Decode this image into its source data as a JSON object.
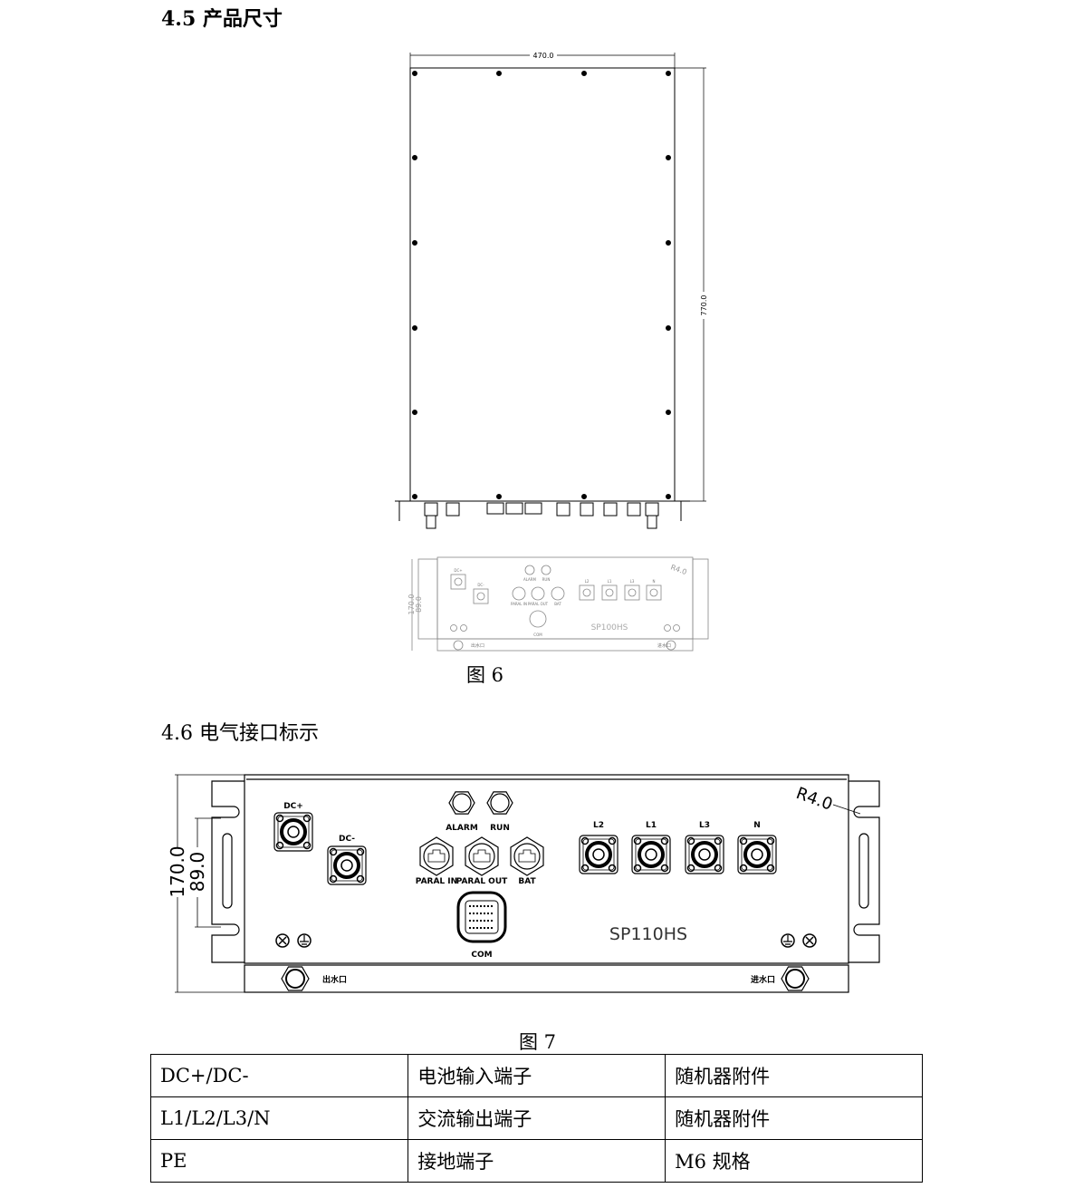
{
  "section_45": {
    "title": "4.5 产品尺寸"
  },
  "fig6": {
    "caption": "图 6",
    "width_dim": "470.0",
    "depth_dim": "770.0",
    "front": {
      "height_dim": "170.0",
      "inner_dim": "89.0",
      "radius": "R4.0",
      "model": "SP100HS",
      "labels": [
        "DC+",
        "DC-",
        "ALARM",
        "RUN",
        "PARAL IN",
        "PARAL OUT",
        "BAT",
        "COM",
        "L1",
        "L2",
        "L3",
        "N",
        "出水口",
        "进水口"
      ]
    }
  },
  "section_46": {
    "title": "4.6 电气接口标示"
  },
  "fig7": {
    "caption": "图 7",
    "height_dim": "170.0",
    "inner_dim": "89.0",
    "radius": "R4.0",
    "model": "SP110HS",
    "labels": {
      "dc_plus": "DC+",
      "dc_minus": "DC-",
      "alarm": "ALARM",
      "run": "RUN",
      "paral_in": "PARAL IN",
      "paral_out": "PARAL OUT",
      "bat": "BAT",
      "com": "COM",
      "l2": "L2",
      "l1": "L1",
      "l3": "L3",
      "n": "N",
      "outlet": "出水口",
      "inlet": "进水口"
    }
  },
  "table": {
    "rows": [
      [
        "DC+/DC-",
        "电池输入端子",
        "随机器附件"
      ],
      [
        "L1/L2/L3/N",
        "交流输出端子",
        "随机器附件"
      ],
      [
        "PE",
        "接地端子",
        "M6 规格"
      ]
    ]
  }
}
